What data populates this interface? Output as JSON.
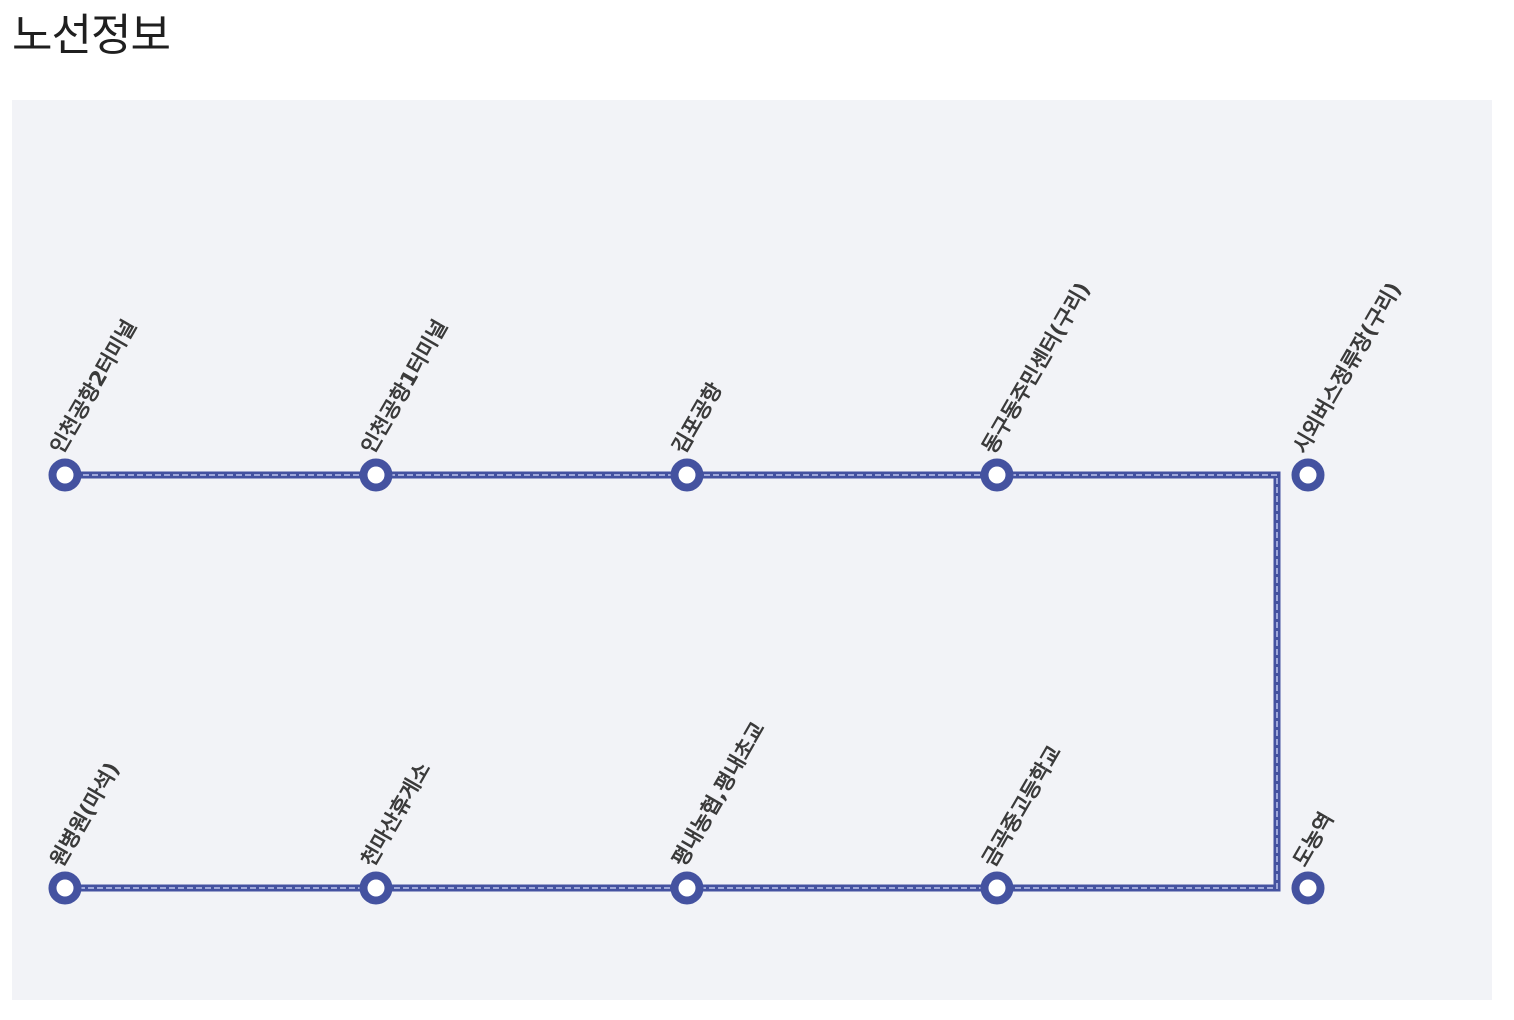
{
  "page": {
    "title": "노선정보"
  },
  "colors": {
    "route_line": "#4452a0",
    "route_line_inner": "#9fa8da",
    "stop_ring": "#4452a0",
    "stop_center": "#ffffff",
    "panel_bg": "#f2f3f7",
    "label_text": "#3a3a3a"
  },
  "route": {
    "rows": [
      {
        "direction": "outbound",
        "stops": [
          {
            "name": "인천공항2터미널"
          },
          {
            "name": "인천공항1터미널"
          },
          {
            "name": "김포공항"
          },
          {
            "name": "동구동주민센터(구리)"
          },
          {
            "name": "시외버스정류장(구리)"
          }
        ]
      },
      {
        "direction": "inbound",
        "stops": [
          {
            "name": "원병원(마석)"
          },
          {
            "name": "천마산휴게소"
          },
          {
            "name": "평내농협,평내초교"
          },
          {
            "name": "금곡중고등학교"
          },
          {
            "name": "도농역"
          }
        ]
      }
    ]
  }
}
